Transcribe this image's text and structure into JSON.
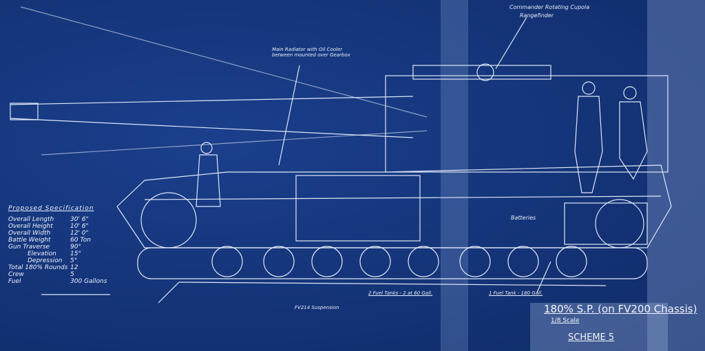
{
  "specification": {
    "heading": "Proposed Specification",
    "rows": [
      {
        "label": "Overall Length",
        "value": "30' 6\""
      },
      {
        "label": "Overall Height",
        "value": "10' 6\""
      },
      {
        "label": "Overall Width",
        "value": "12' 0\""
      },
      {
        "label": "Battle Weight",
        "value": "60 Ton"
      },
      {
        "label": "Gun Traverse",
        "value": "90°"
      },
      {
        "label": "Elevation",
        "value": "15°"
      },
      {
        "label": "Depression",
        "value": "5°"
      },
      {
        "label": "Total 180% Rounds",
        "value": "12"
      },
      {
        "label": "Crew",
        "value": "5"
      },
      {
        "label": "Fuel",
        "value": "300 Gallons"
      }
    ]
  },
  "annotations": {
    "cupola": "Commander Rotating Cupola",
    "rangefinder": "Rangefinder",
    "radiator": "Main Radiator with Oil Cooler between mounted over Gearbox",
    "batteries": "Batteries",
    "suspension": "FV214 Suspension",
    "fuel_tanks_2": "2 Fuel Tanks - 2 at 60 Gall.",
    "fuel_tank_1": "1 Fuel Tank - 180 Gall."
  },
  "title_block": {
    "title": "180% S.P. (on FV200 Chassis)",
    "scale": "1/8 Scale",
    "scheme": "SCHEME 5"
  },
  "colors": {
    "paper": "#15357a",
    "ink": "#e8eef8"
  }
}
